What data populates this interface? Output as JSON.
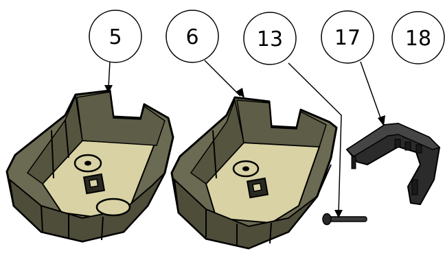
{
  "callouts": [
    {
      "id": "c5",
      "label": "5"
    },
    {
      "id": "c6",
      "label": "6"
    },
    {
      "id": "c13",
      "label": "13"
    },
    {
      "id": "c17",
      "label": "17"
    },
    {
      "id": "c18",
      "label": "18"
    }
  ],
  "parts": [
    {
      "id": "part-5",
      "callout": "5",
      "kind": "open enclosure box"
    },
    {
      "id": "part-6",
      "callout": "6",
      "kind": "open enclosure box"
    },
    {
      "id": "part-13",
      "callout": "13",
      "kind": "pin"
    },
    {
      "id": "part-17",
      "callout": "17",
      "kind": "U-shaped bracket"
    },
    {
      "id": "part-18",
      "callout": "18",
      "kind": "unassigned callout"
    }
  ],
  "colors": {
    "shell": "#6b6a52",
    "shell_dark": "#3f3e30",
    "floor": "#d8d2a4",
    "outline": "#000000",
    "bracket": "#2b2b2b",
    "pin": "#3a3a3a"
  }
}
